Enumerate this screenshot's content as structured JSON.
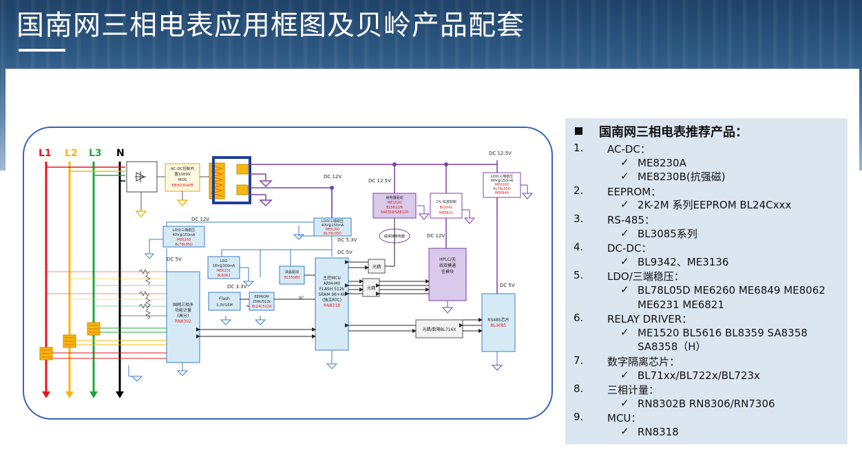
{
  "slide": {
    "title": "国南网三相电表应用框图及贝岭产品配套"
  },
  "diagram": {
    "lines": {
      "l1": "L1",
      "l2": "L2",
      "l3": "L3",
      "n": "N"
    },
    "labels": {
      "acdc": [
        "AC-DC控制内",
        "置1000V",
        "MOS",
        "ME8230A/B"
      ],
      "dc125_top": "DC 12.5V",
      "dc12_a": "DC 12V",
      "dc12_b": "DC 12V",
      "dc125_mid": "DC 12.5V",
      "dc53": "DC 5.3V",
      "dc5_a": "DC 5V",
      "dc5_b": "DC 5V",
      "dc5_c": "DC 5V",
      "dc33": "DC 3.3V",
      "dc12_c": "DC 12V",
      "iic": "IIC",
      "ldo_left": [
        "LDO/三端稳压",
        "40V@150mA",
        "ME6260",
        "BL78L05D"
      ],
      "ldo_mid": [
        "LDO/三端稳压",
        "40V@150mA",
        "ME6260",
        "BL78L05D"
      ],
      "ldo_right": [
        "LDO/三端稳压",
        "40V@150mA",
        "ME6260",
        "BL78L05D",
        "ME6849"
      ],
      "ldo_small": [
        "LDO",
        "16V@300mA",
        "ME6231",
        "BL6062"
      ],
      "flash": [
        "Flash",
        "3.3V/16M"
      ],
      "eeprom": [
        "EEPROM",
        "256k/512k",
        "BL24C512A"
      ],
      "lcd": [
        "液晶驱动",
        "BL55080"
      ],
      "relay": [
        "继电器驱动",
        "ME1520",
        "BL5612/6",
        "SA8359/SA8120"
      ],
      "protect": "磁保持继电器",
      "pwm": [
        "1% 纹波抑制",
        "BL9342",
        "ME6821"
      ],
      "metering": [
        "国网三相多",
        "功能计量",
        "(高分)",
        "RN8302"
      ],
      "mcu": [
        "主控MCU",
        "ARM-M0",
        "FLASH 512k",
        "SRAM 96+4k",
        "(独立RTC)",
        "RN8318"
      ],
      "optocoupler_a": "光耦",
      "optocoupler_b": "光耦",
      "iso_label": "光耦/数隔BL716X",
      "hplc": [
        "HPLC/无",
        "线双模通",
        "信模块"
      ],
      "rs485": [
        "RS485芯片",
        "BL3085"
      ]
    }
  },
  "recommendations": {
    "title": "国南网三相电表推荐产品：",
    "categories": [
      {
        "num": "1.",
        "name": "AC-DC：",
        "items": [
          "ME8230A",
          "ME8230B(抗强磁)"
        ]
      },
      {
        "num": "2.",
        "name": "EEPROM：",
        "items": [
          "2K-2M 系列EEPROM BL24Cxxx"
        ]
      },
      {
        "num": "3.",
        "name": "RS-485：",
        "items": [
          "BL3085系列"
        ]
      },
      {
        "num": "4.",
        "name": "DC-DC：",
        "items": [
          "BL9342、ME3136"
        ]
      },
      {
        "num": "5.",
        "name": "LDO/三端稳压：",
        "items": [
          "BL78L05D ME6260 ME6849 ME8062 ME6231 ME6821"
        ]
      },
      {
        "num": "6.",
        "name": "RELAY DRIVER：",
        "items": [
          "ME1520 BL5616 BL8359 SA8358 SA8358（H）"
        ]
      },
      {
        "num": "7.",
        "name": "数字隔离芯片：",
        "items": [
          "BL71xx/BL722x/BL723x"
        ]
      },
      {
        "num": "8.",
        "name": "三相计量：",
        "items": [
          "RN8302B RN8306/RN7306"
        ]
      },
      {
        "num": "9.",
        "name": "MCU：",
        "items": [
          "RN8318"
        ]
      }
    ]
  },
  "colors": {
    "l1": "#e8141b",
    "l2": "#f5b70f",
    "l3": "#1ca83c",
    "n": "#000000",
    "wire": "#7a3fa8",
    "block_blue": "#d6eaf6",
    "block_purple": "#d9c9ea",
    "panel": "#dbe6f1",
    "red_text": "#e01b1b"
  }
}
